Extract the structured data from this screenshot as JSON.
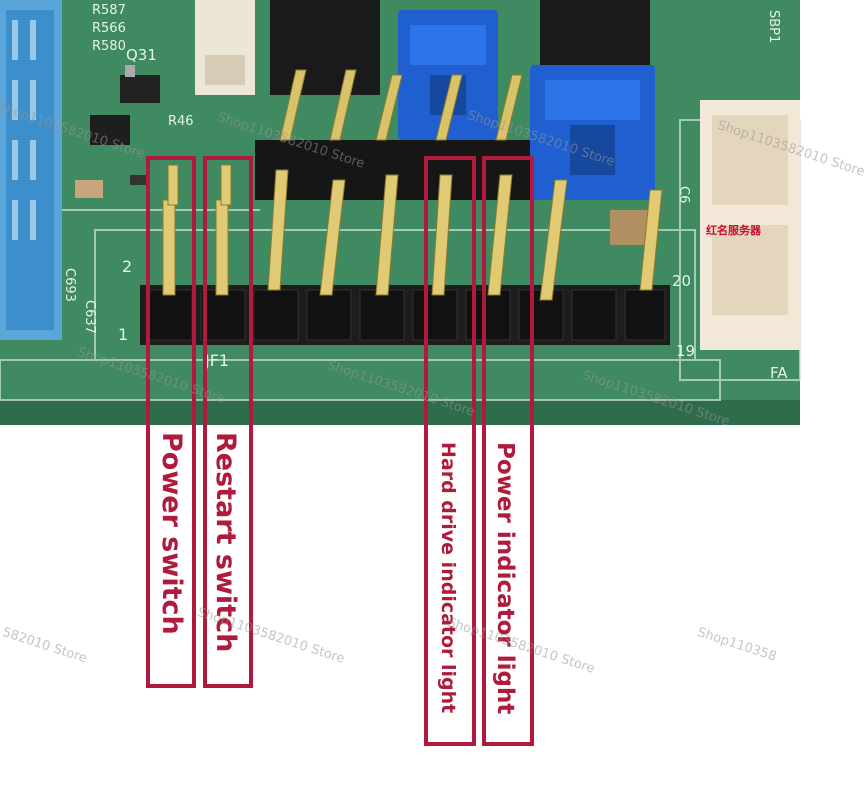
{
  "board": {
    "refs": {
      "r587": "R587",
      "r566": "R566",
      "r580": "R580",
      "q31": "Q31",
      "r46": "R46",
      "c693": "C693",
      "c637": "C637",
      "jf1": "JF1",
      "pin1": "1",
      "pin2": "2",
      "pin19": "19",
      "pin20": "20",
      "fan": "FA",
      "sbp": "SBP1",
      "c6": "C6"
    },
    "vendor_mark": "红名服务器"
  },
  "labels": {
    "power_switch": "Power switch",
    "restart_switch": "Restart switch",
    "hdd_led": "Hard drive indicator light",
    "power_led": "Power indicator light"
  },
  "watermarks": [
    "Shop1103582010 Store",
    "Shop1103582010 Store",
    "Shop1103582010 Store",
    "Shop1103582010 Store",
    "Shop1103582010 Store",
    "Shop1103582010 Store",
    "Shop1103582010 Store",
    "582010 Store",
    "Shop1103582010 Store",
    "Shop1103582010 Store",
    "Shop110358"
  ],
  "colors": {
    "pcb": "#3f8a61",
    "label": "#b01a3c",
    "jumper": "#1f5fd0",
    "pin": "#d9c36a",
    "housing": "#1d1d1d"
  }
}
